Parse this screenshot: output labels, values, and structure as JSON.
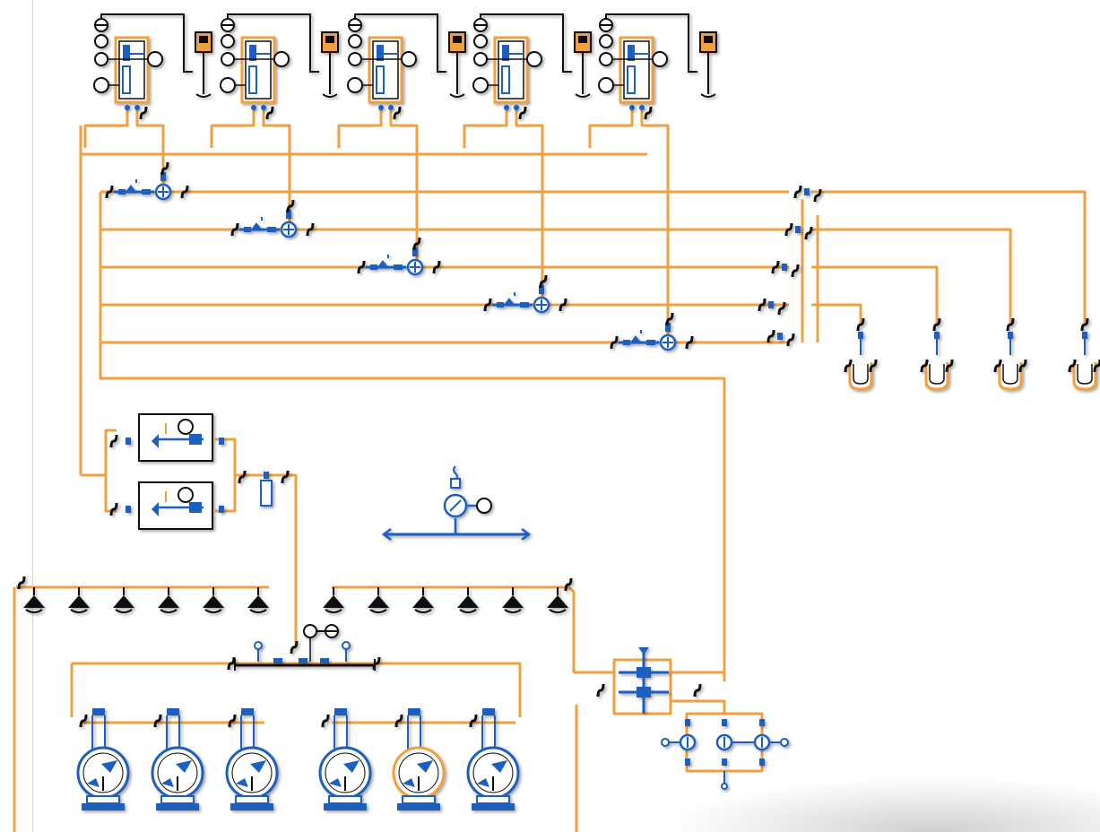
{
  "diagram": {
    "colors": {
      "pipe": "#f0a040",
      "instrument": "#1f5fbf",
      "line": "#111111",
      "background": "#ffffff"
    },
    "symbols": {
      "chiller": "chiller-unit-symbol",
      "control_panel": "control-panel-symbol",
      "valve": "valve-symbol",
      "flow_meter": "flow-meter-symbol",
      "pump": "pump-symbol",
      "diffuser": "diffuser-symbol",
      "tank": "tank-symbol",
      "filter": "filter-box-symbol",
      "header": "header-manifold-symbol",
      "gauge": "pressure-gauge-symbol",
      "heat_exchanger": "heat-exchanger-symbol"
    },
    "counts": {
      "chiller_units": 5,
      "control_panels": 5,
      "branch_valve_groups": 5,
      "terminal_tanks": 4,
      "filter_boxes": 2,
      "diffusers": 12,
      "pumps": 6
    }
  }
}
